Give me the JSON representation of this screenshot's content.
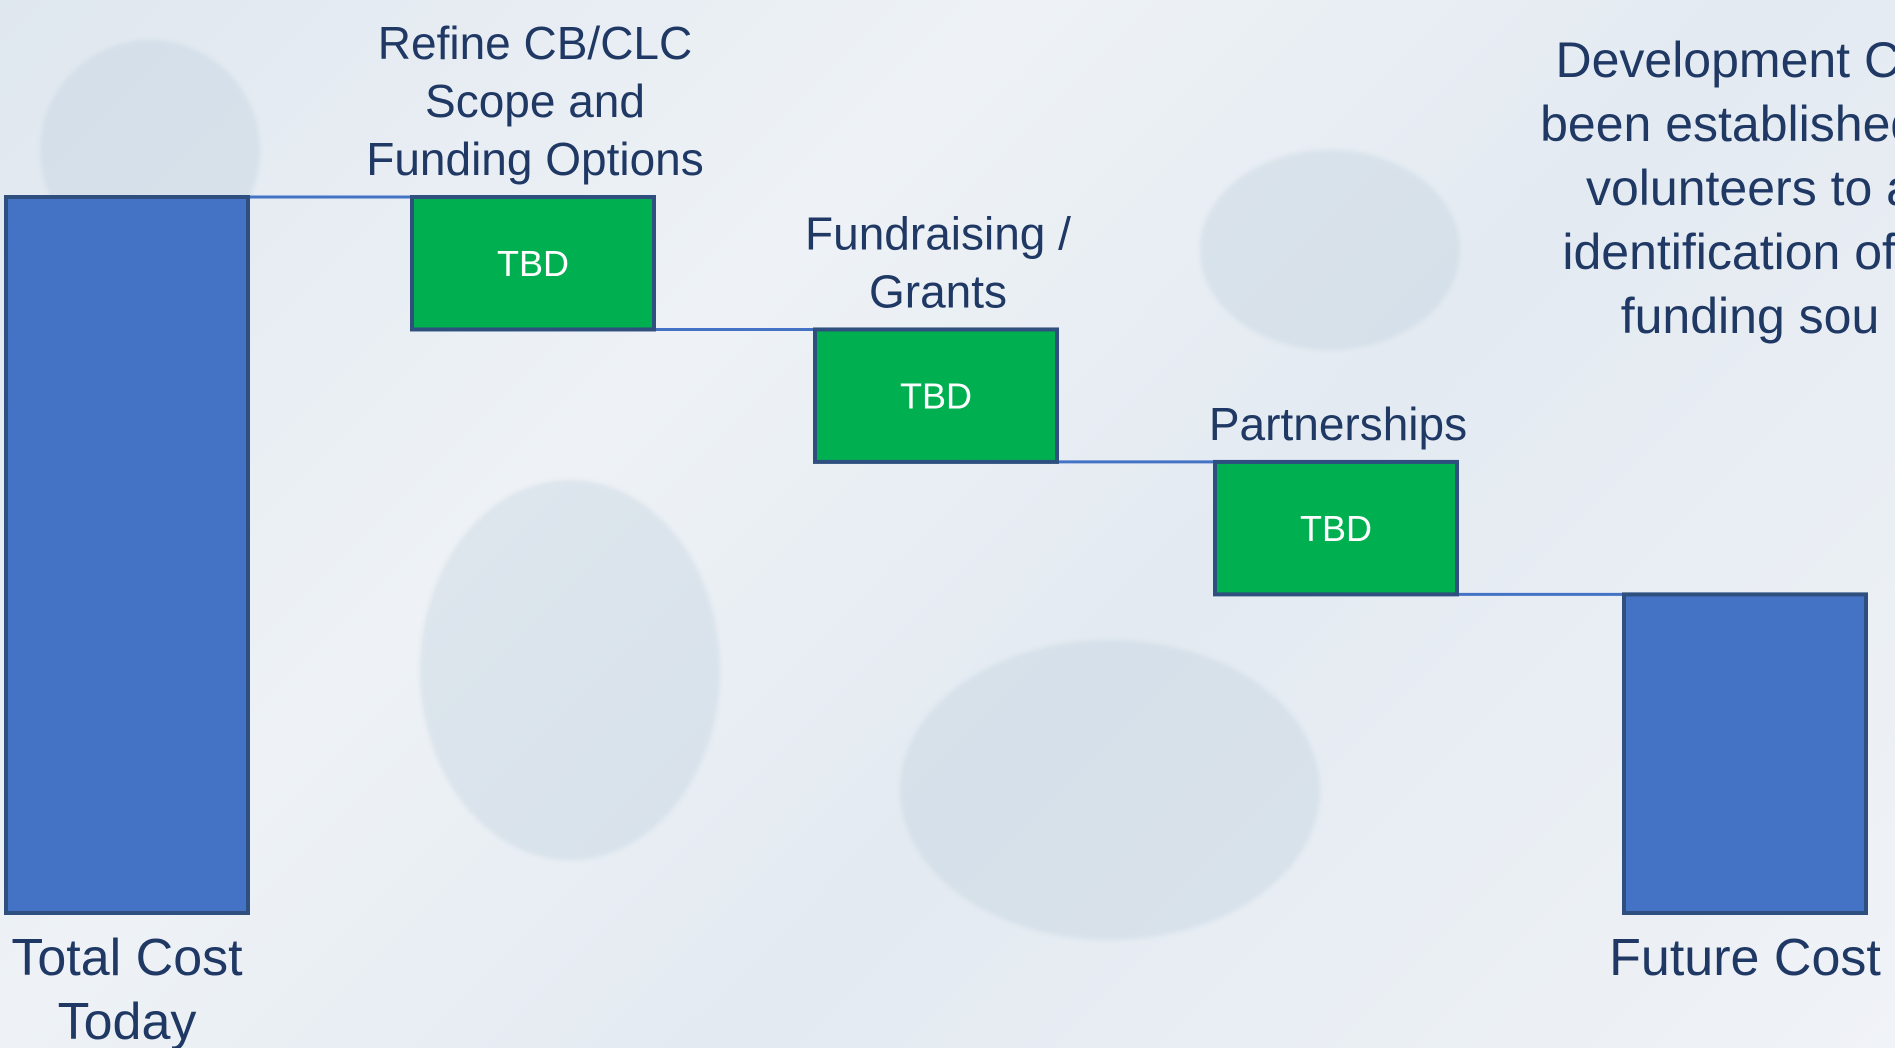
{
  "colors": {
    "total_bar": "#4472c4",
    "total_bar_border": "#2f4f7f",
    "step_bar": "#00b050",
    "step_bar_border": "#2f4f7f",
    "connector": "#4472c4",
    "text": "#1f3864"
  },
  "note": {
    "lines": [
      "Development Cor",
      "been established a",
      "volunteers to a",
      "identification of a",
      "funding sou"
    ]
  },
  "chart_data": {
    "type": "bar",
    "subtype": "waterfall",
    "categories": [
      [
        "Total Cost",
        "Today"
      ],
      [
        "Refine CB/CLC",
        "Scope and",
        "Funding Options"
      ],
      [
        "Fundraising /",
        "Grants"
      ],
      [
        "Partnerships"
      ],
      [
        "Future Cost"
      ]
    ],
    "kinds": [
      "total",
      "step",
      "step",
      "step",
      "total"
    ],
    "bar_labels": [
      "",
      "TBD",
      "TBD",
      "TBD",
      ""
    ],
    "values": [
      100,
      -18.5,
      -18.5,
      -18.5,
      44.5
    ],
    "ylim": [
      0,
      100
    ],
    "grid": false,
    "legend": "none"
  }
}
